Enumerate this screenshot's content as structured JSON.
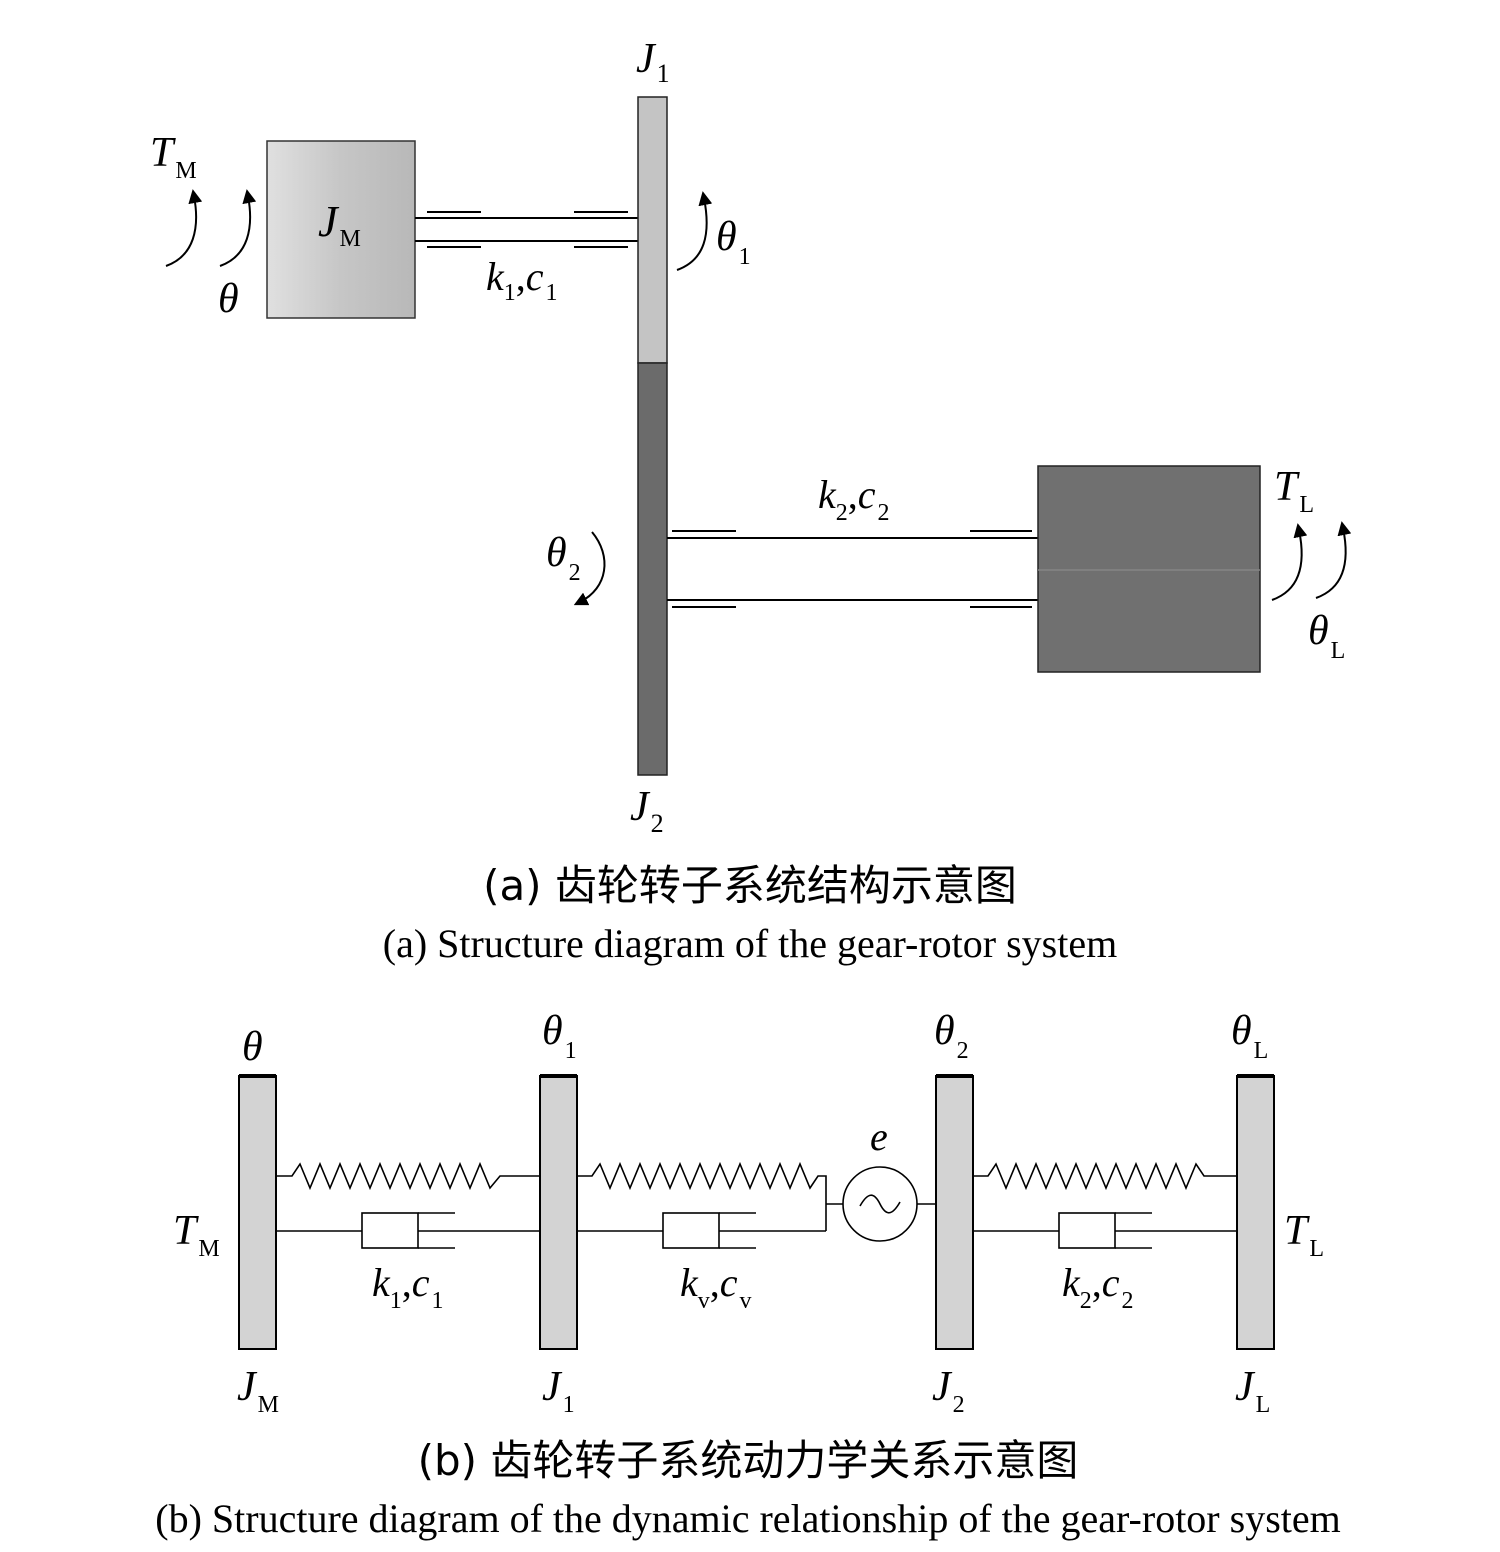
{
  "figure_a": {
    "caption_zh": "(a) 齿轮转子系统结构示意图",
    "caption_en": "(a) Structure diagram of the gear-rotor system",
    "labels": {
      "J1": {
        "main": "J",
        "sub": "1"
      },
      "J2": {
        "main": "J",
        "sub": "2"
      },
      "JM": {
        "main": "J",
        "sub": "M"
      },
      "TM": {
        "main": "T",
        "sub": "M"
      },
      "theta": {
        "main": "θ",
        "sub": ""
      },
      "theta1": {
        "main": "θ",
        "sub": "1"
      },
      "theta2": {
        "main": "θ",
        "sub": "2"
      },
      "k1c1": {
        "k": "k",
        "ksub": "1",
        "sep": ",",
        "c": "c",
        "csub": "1"
      },
      "k2c2": {
        "k": "k",
        "ksub": "2",
        "sep": ",",
        "c": "c",
        "csub": "2"
      },
      "TL": {
        "main": "T",
        "sub": "L"
      },
      "thetaL": {
        "main": "θ",
        "sub": "L"
      }
    },
    "colors": {
      "gear1": "#c4c4c4",
      "gear2": "#6b6b6b",
      "load_mass": "#707070",
      "motor_mass_light": "#e0e0e0",
      "motor_mass_dark": "#b8b8b8"
    }
  },
  "figure_b": {
    "caption_zh": "(b) 齿轮转子系统动力学关系示意图",
    "caption_en": "(b) Structure diagram of the dynamic relationship of the gear-rotor system",
    "top_labels": [
      {
        "main": "θ",
        "sub": ""
      },
      {
        "main": "θ",
        "sub": "1"
      },
      {
        "main": "θ",
        "sub": "2"
      },
      {
        "main": "θ",
        "sub": "L"
      }
    ],
    "bottom_labels": [
      {
        "main": "J",
        "sub": "M"
      },
      {
        "main": "J",
        "sub": "1"
      },
      {
        "main": "J",
        "sub": "2"
      },
      {
        "main": "J",
        "sub": "L"
      }
    ],
    "springs": [
      {
        "k": "k",
        "ksub": "1",
        "sep": ",",
        "c": "c",
        "csub": "1"
      },
      {
        "k": "k",
        "ksub": "v",
        "sep": ",",
        "c": "c",
        "csub": "v"
      },
      {
        "k": "k",
        "ksub": "2",
        "sep": ",",
        "c": "c",
        "csub": "2"
      }
    ],
    "error_label": "e",
    "TM": {
      "main": "T",
      "sub": "M"
    },
    "TL": {
      "main": "T",
      "sub": "L"
    },
    "colors": {
      "disk": "#d3d3d3"
    }
  }
}
